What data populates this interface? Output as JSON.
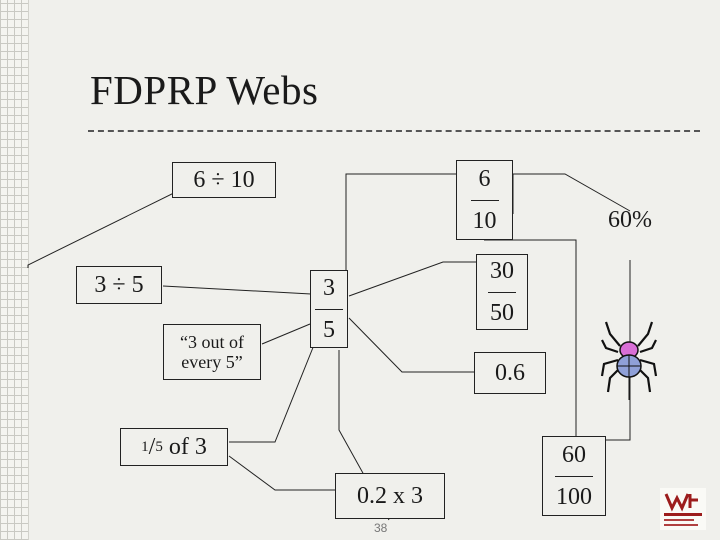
{
  "slide": {
    "title": "FDPRP Webs",
    "slide_number": "38"
  },
  "nodes": {
    "six_div_ten": "6 ÷ 10",
    "six_tenths": {
      "numerator": "6",
      "denominator": "10"
    },
    "sixty_percent": "60%",
    "three_div_five": "3 ÷ 5",
    "three_fifths": {
      "numerator": "3",
      "denominator": "5"
    },
    "thirty_fiftieths": {
      "numerator": "30",
      "denominator": "50"
    },
    "three_out_of_five": {
      "line1": "“3 out of",
      "line2": "every 5”"
    },
    "zero_point_six": "0.6",
    "fifth_of_three": {
      "numerator": "1",
      "denominator": "5",
      "rest": " of 3"
    },
    "sixty_hundredths": {
      "numerator": "60",
      "denominator": "100"
    },
    "point_two_times_three": "0.2 x 3"
  },
  "icons": {
    "spider": "spider-icon",
    "logo": "college-logo-icon"
  },
  "colors": {
    "background": "#f0f0ec",
    "line": "#222222",
    "logo_red": "#9c1c1c"
  }
}
